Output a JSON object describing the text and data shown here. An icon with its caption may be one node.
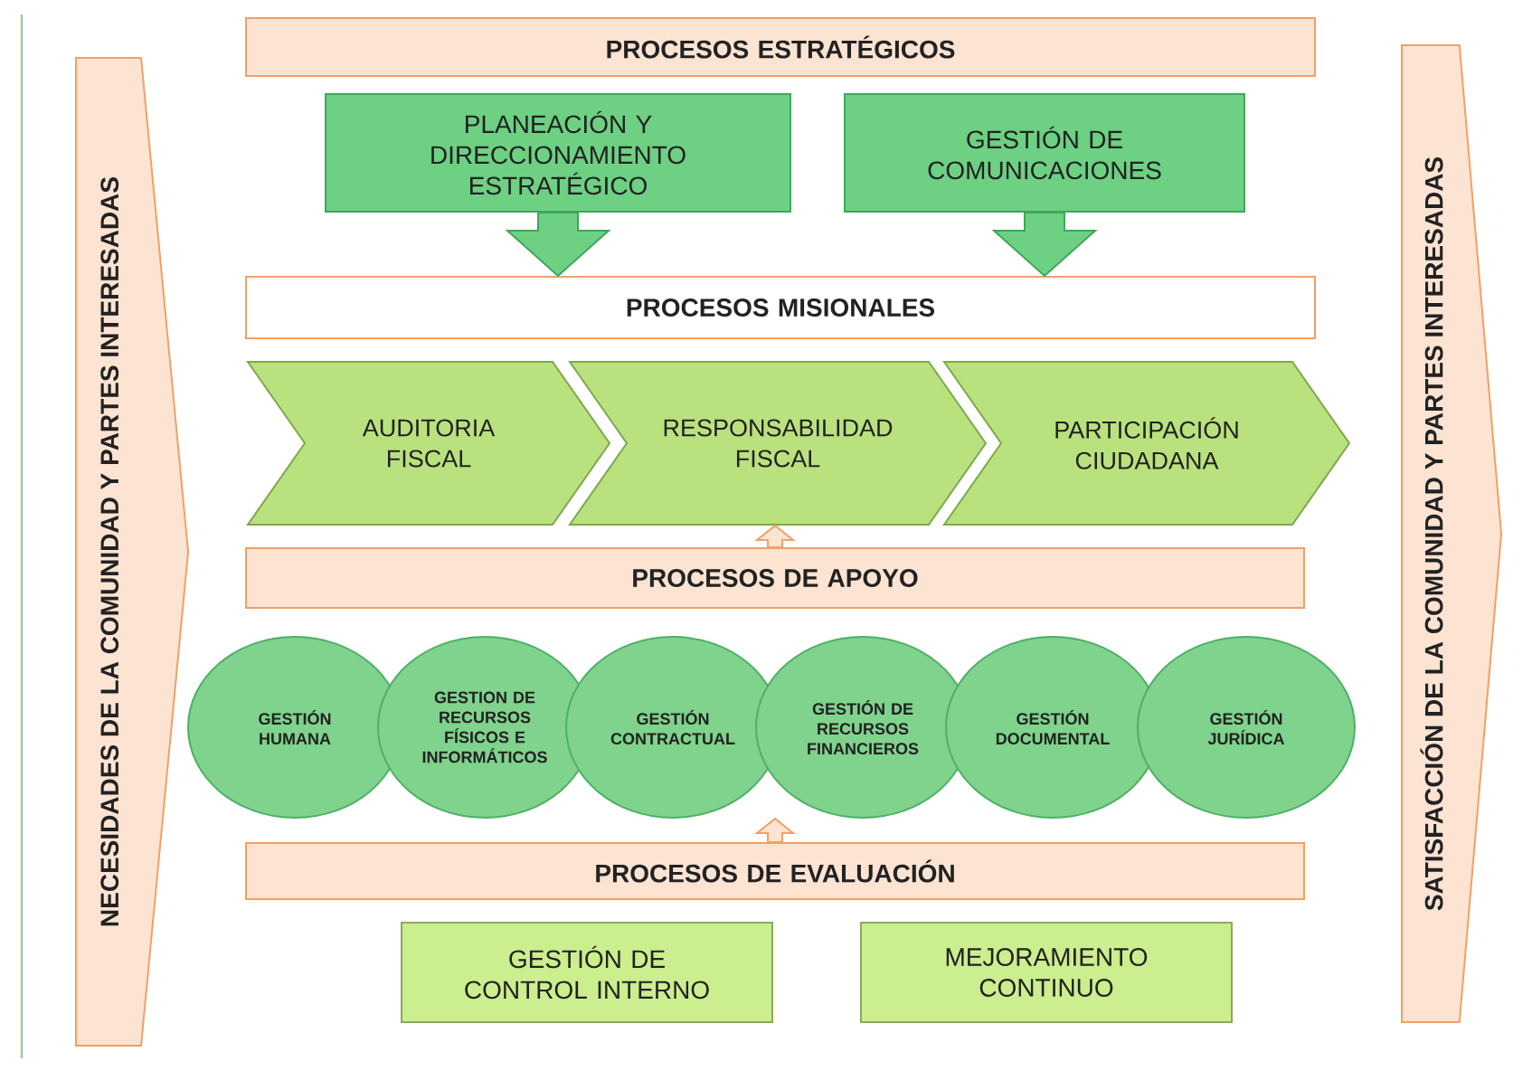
{
  "diagram": {
    "nodes": [
      {
        "text": [
          "NECESIDADES DE LA COMUNIDAD Y PARTES INTERESADAS"
        ]
      },
      {
        "text": [
          "PROCESOS ESTRATÉGICOS"
        ]
      },
      {
        "text": [
          "PLANEACIÓN Y DIRECCIONAMIENTO ESTRATÉGICO"
        ]
      },
      {
        "text": [
          "GESTIÓN DE COMUNICACIONES"
        ]
      },
      {
        "text": [
          "PROCESOS MISIONALES"
        ]
      },
      {
        "text": [
          "AUDITORIA FISCAL"
        ]
      },
      {
        "text": [
          "RESPONSABILIDAD FISCAL"
        ]
      },
      {
        "text": [
          "PARTICIPACIÓN CIUDADANA"
        ]
      },
      {
        "text": [
          "PROCESOS DE APOYO"
        ]
      },
      {
        "text": [
          "GESTIÓN HUMANA"
        ]
      },
      {
        "text": [
          "GESTION DE RECURSOS FÍSICOS E INFORMÁTICOS"
        ]
      },
      {
        "text": [
          "GESTIÓN CONTRACTUAL"
        ]
      },
      {
        "text": [
          "GESTIÓN DE RECURSOS FINANCIEROS"
        ]
      },
      {
        "text": [
          "GESTIÓN DOCUMENTAL"
        ]
      },
      {
        "text": [
          "GESTIÓN JURÍDICA"
        ]
      },
      {
        "text": [
          "PROCESOS DE EVALUACIÓN"
        ]
      },
      {
        "text": [
          "GESTIÓN DE CONTROL INTERNO"
        ]
      },
      {
        "text": [
          "MEJORAMIENTO CONTINUO"
        ]
      },
      {
        "text": [
          "SATISFACCIÓN DE LA COMUNIDAD Y PARTES INTERESADAS"
        ]
      }
    ],
    "edges": [
      {
        "from": 2,
        "to": 4,
        "arrow": "to"
      },
      {
        "from": 3,
        "to": 4,
        "arrow": "to"
      },
      {
        "from": 8,
        "to": 6,
        "arrow": "to"
      },
      {
        "from": 15,
        "to": 12,
        "arrow": "to"
      }
    ]
  }
}
